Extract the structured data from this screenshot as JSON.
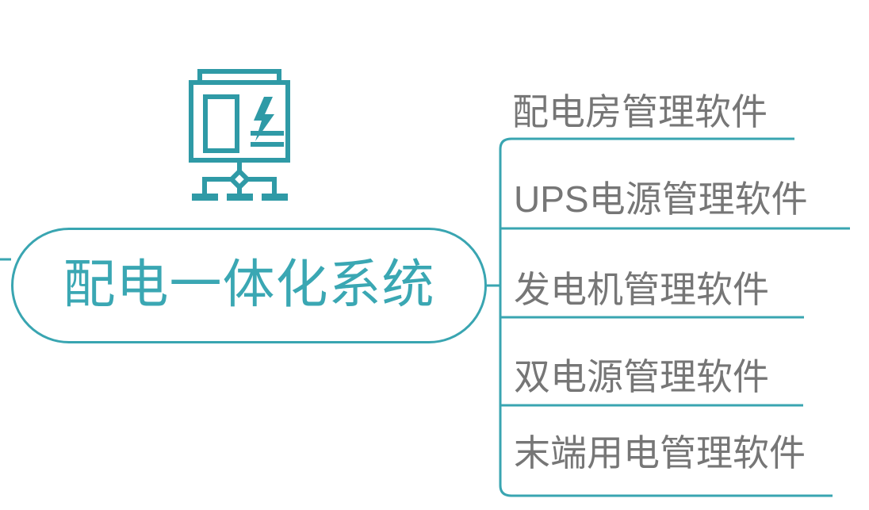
{
  "diagram": {
    "type": "mind-map",
    "orientation": "left-to-right",
    "accent_color": "#39a5b1",
    "label_color": "#767676",
    "background_color": "#ffffff",
    "center": {
      "label": "配电一体化系统",
      "shape": "rounded-pill",
      "text_color": "#3aa7b3",
      "border_color": "#39a5b1"
    },
    "icon": {
      "name": "power-distribution-cabinet-icon",
      "color": "#2f9aa6",
      "parts": [
        "cabinet-top-cap",
        "cabinet-body",
        "inner-door-panel",
        "lightning-bolt",
        "meter-line-1",
        "meter-line-2",
        "distribution-stem",
        "diamond-node",
        "distribution-bus",
        "terminal-dash-left",
        "terminal-dash-center",
        "terminal-dash-right"
      ]
    },
    "branches": [
      {
        "index": 1,
        "label": "配电房管理软件",
        "underline_color": "#39a5b1"
      },
      {
        "index": 2,
        "label": "UPS电源管理软件",
        "underline_color": "#39a5b1"
      },
      {
        "index": 3,
        "label": "发电机管理软件",
        "underline_color": "#39a5b1"
      },
      {
        "index": 4,
        "label": "双电源管理软件",
        "underline_color": "#39a5b1"
      },
      {
        "index": 5,
        "label": "末端用电管理软件",
        "underline_color": "#39a5b1"
      }
    ]
  }
}
